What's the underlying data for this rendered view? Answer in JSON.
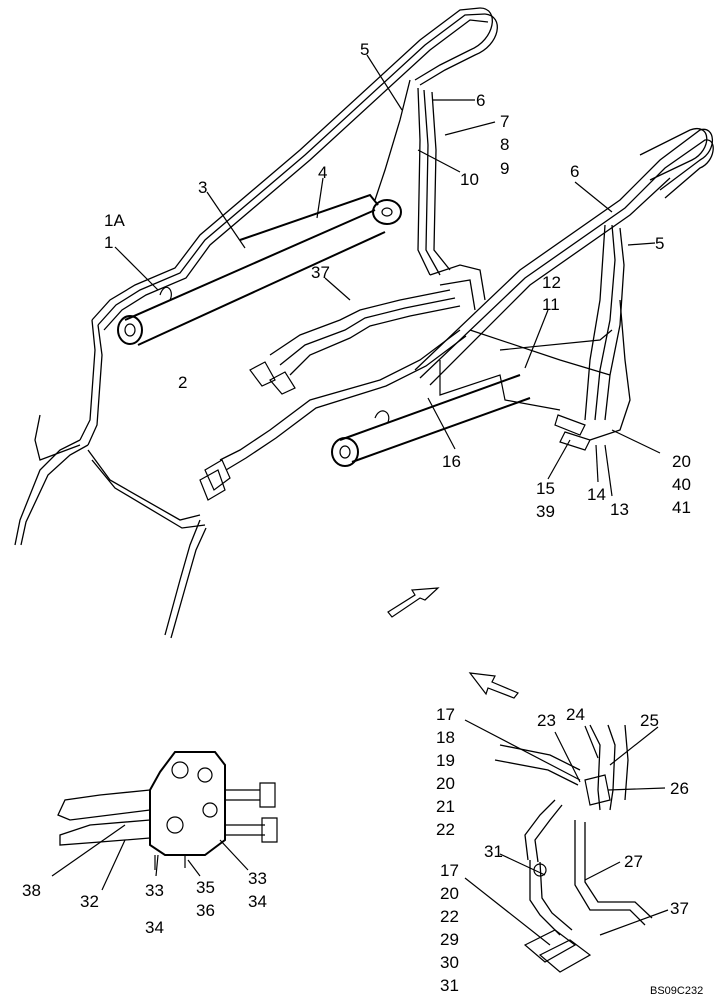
{
  "diagram": {
    "drawing_code": "BS09C232",
    "callouts_main": {
      "c1a": "1A",
      "c1": "1",
      "c2": "2",
      "c3": "3",
      "c4": "4",
      "c5a": "5",
      "c6a": "6",
      "c7": "7",
      "c8": "8",
      "c9": "9",
      "c10": "10",
      "c37a": "37",
      "c6b": "6",
      "c5b": "5",
      "c12": "12",
      "c11": "11",
      "c16": "16",
      "c20a": "20",
      "c40": "40",
      "c41": "41",
      "c15a": "15",
      "c39": "39",
      "c14": "14",
      "c13": "13"
    },
    "callouts_left_detail": {
      "c38": "38",
      "c32": "32",
      "c33a": "33",
      "c34a": "34",
      "c35": "35",
      "c36": "36",
      "c33b": "33",
      "c34b": "34"
    },
    "callouts_right_detail": {
      "c17a": "17",
      "c18": "18",
      "c19": "19",
      "c20b": "20",
      "c21": "21",
      "c22a": "22",
      "c23": "23",
      "c24": "24",
      "c25": "25",
      "c26": "26",
      "c31a": "31",
      "c27": "27",
      "c37b": "37",
      "c17b": "17",
      "c20c": "20",
      "c22b": "22",
      "c29": "29",
      "c30": "30",
      "c31b": "31"
    }
  }
}
